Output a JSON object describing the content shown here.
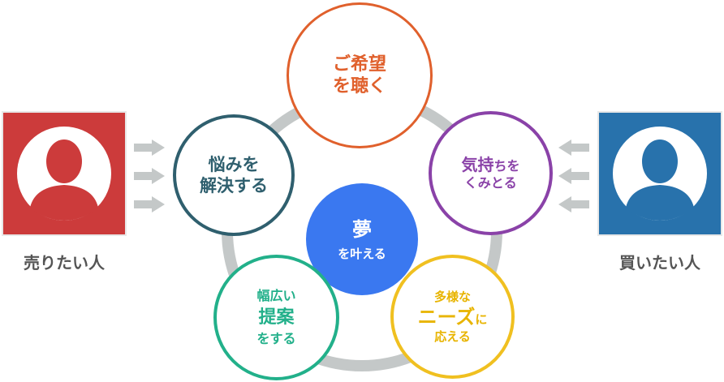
{
  "colors": {
    "ring": "#c4c8c8",
    "arrow": "#c4c8c8",
    "seller": "#cc3b3b",
    "buyer": "#2872ac",
    "center": "#3a78f0"
  },
  "seller": {
    "label": "売りたい人",
    "icon": "person-silhouette-icon"
  },
  "buyer": {
    "label": "買いたい人",
    "icon": "person-silhouette-icon"
  },
  "center": {
    "line1": "夢",
    "line2": "を叶える"
  },
  "nodes": {
    "top": {
      "line1": "ご希望",
      "line2": "を聴く"
    },
    "left": {
      "line1": "悩みを",
      "line2": "解決する"
    },
    "right": {
      "line1_big": "気持",
      "line1_small": "ちを",
      "line2": "くみとる"
    },
    "bottom_left": {
      "line1": "幅広い",
      "line2": "提案",
      "line3": "をする"
    },
    "bottom_right": {
      "line1": "多様な",
      "line2_big": "ニーズ",
      "line2_small": "に",
      "line3": "応える"
    }
  }
}
